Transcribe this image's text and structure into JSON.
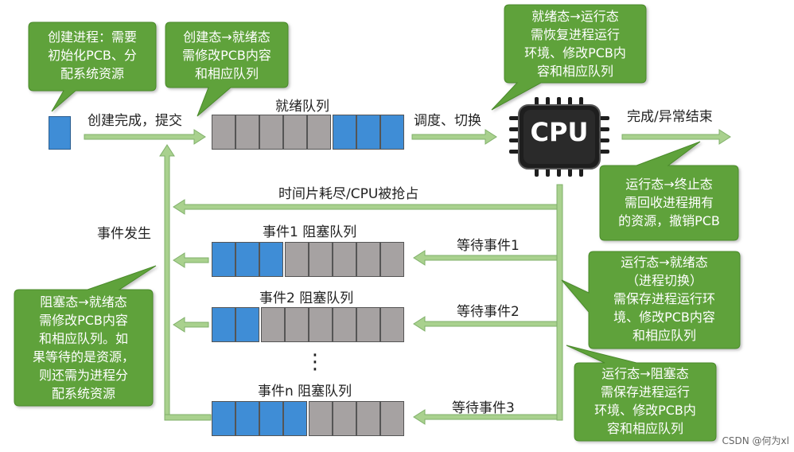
{
  "colors": {
    "arrow": "#a9d18e",
    "arrow_edge": "#7fb069",
    "callout": "#5fa23a",
    "callout_edge": "#4a8a2a",
    "blue_cell": "#3f8dd6",
    "gray_cell": "#a6a2a2",
    "cpu_chip": "#1e1e1e"
  },
  "callouts": {
    "create": [
      "创建进程：需要",
      "初始化PCB、分",
      "配系统资源"
    ],
    "create_ready": [
      "创建态→就绪态",
      "需修改PCB内容",
      "和相应队列"
    ],
    "ready_running": [
      "就绪态→运行态",
      "需恢复进程运行",
      "环境、修改PCB内",
      "容和相应队列"
    ],
    "running_terminated": [
      "运行态→终止态",
      "需回收进程拥有",
      "的资源，撤销PCB"
    ],
    "running_ready": [
      "运行态→就绪态",
      "（进程切换）",
      "需保存进程运行环",
      "境、修改PCB内容",
      "和相应队列"
    ],
    "running_blocked": [
      "运行态→阻塞态",
      "需保存进程运行",
      "环境、修改PCB内",
      "容和相应队列"
    ],
    "blocked_ready": [
      "阻塞态→就绪态",
      "需修改PCB内容",
      "和相应队列。如",
      "果等待的是资源，",
      "则还需为进程分",
      "配系统资源"
    ]
  },
  "labels": {
    "create_submit": "创建完成，提交",
    "ready_queue": "就绪队列",
    "dispatch": "调度、切换",
    "finish": "完成/异常结束",
    "preempt": "时间片耗尽/CPU被抢占",
    "event_occurs": "事件发生",
    "queue1": "事件1 阻塞队列",
    "queue2": "事件2 阻塞队列",
    "queuen": "事件n 阻塞队列",
    "wait1": "等待事件1",
    "wait2": "等待事件2",
    "wait3": "等待事件3",
    "ellipsis": "⋮",
    "cpu": "CPU",
    "watermark": "CSDN @何为xl"
  }
}
